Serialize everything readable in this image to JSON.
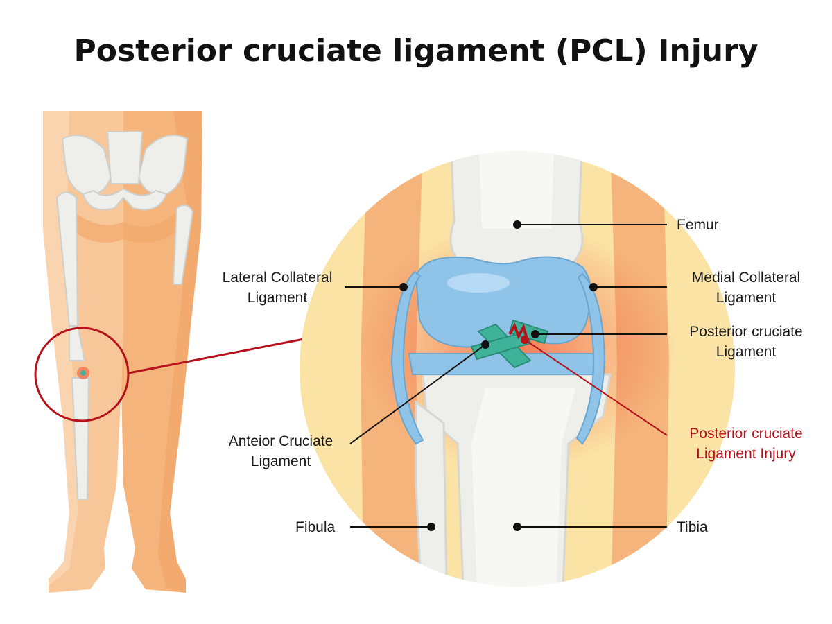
{
  "title": "Posterior cruciate ligament (PCL) Injury",
  "colors": {
    "skin": "#f7c79a",
    "skin_dark": "#f2a86b",
    "bone": "#eeeeea",
    "bone_shadow": "#d6d6d2",
    "cartilage": "#8fc4e8",
    "ligament": "#3fb39a",
    "injury": "#b5121b",
    "inflammation": "#f25a3c",
    "background_circle": "#fbe3a6"
  },
  "labels": {
    "femur": "Femur",
    "lcl_line1": "Lateral Collateral",
    "lcl_line2": "Ligament",
    "mcl_line1": "Medial Collateral",
    "mcl_line2": "Ligament",
    "pcl_line1": "Posterior cruciate",
    "pcl_line2": "Ligament",
    "pcl_injury_line1": "Posterior cruciate",
    "pcl_injury_line2": "Ligament Injury",
    "acl_line1": "Anteior Cruciate",
    "acl_line2": "Ligament",
    "fibula": "Fibula",
    "tibia": "Tibia"
  }
}
